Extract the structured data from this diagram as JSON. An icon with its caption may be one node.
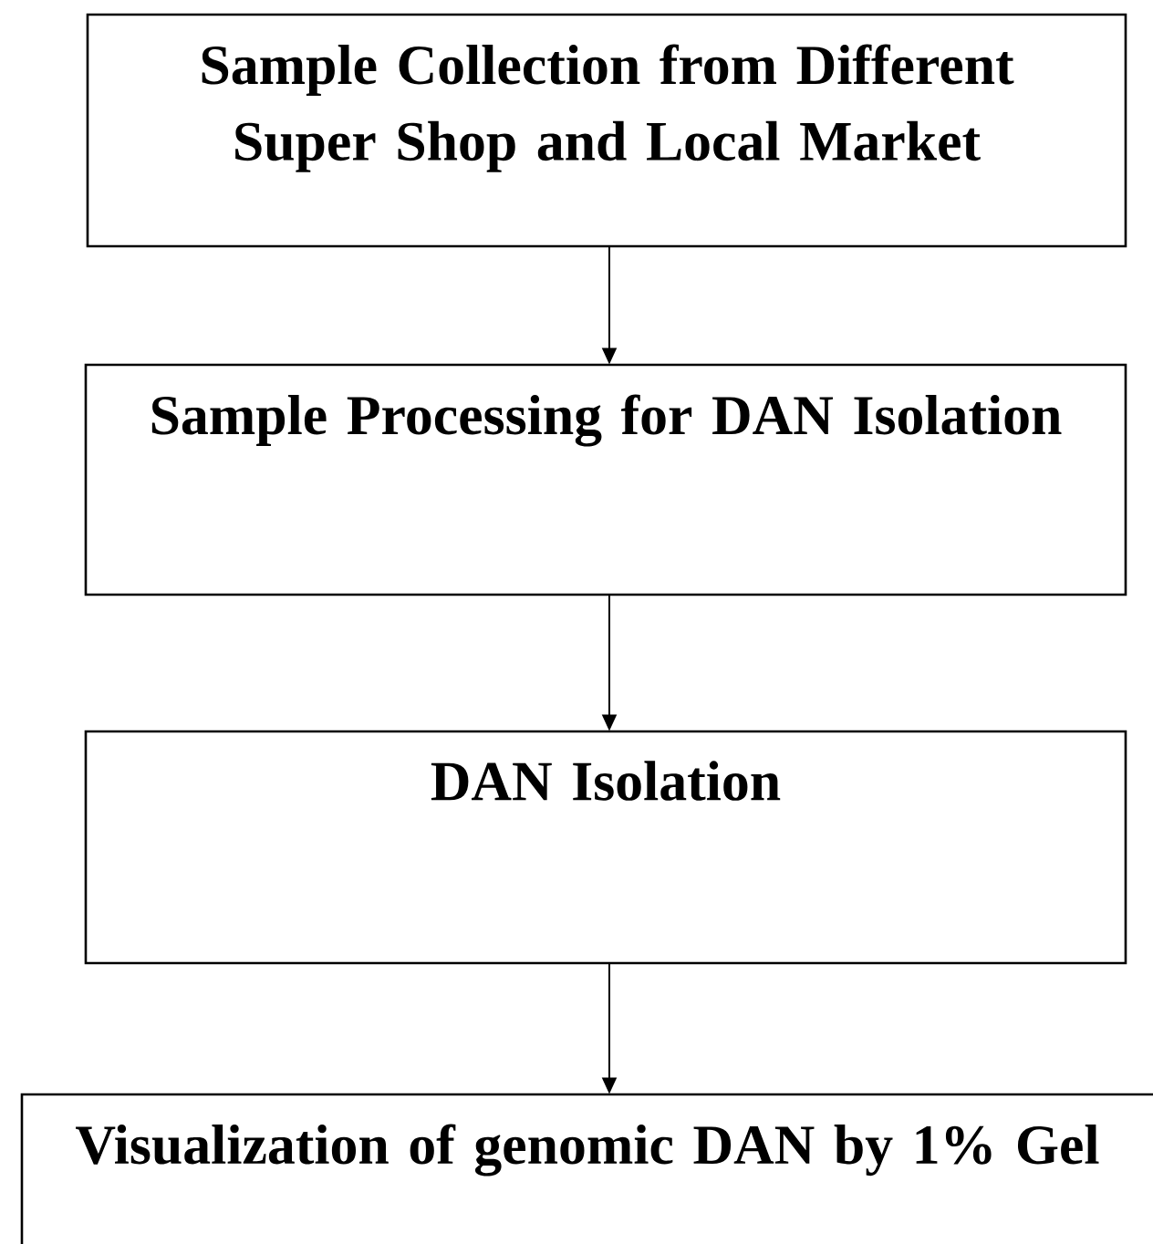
{
  "diagram": {
    "nodes": [
      {
        "text": [
          "Sample Collection from Different Super Shop and Local Market"
        ]
      },
      {
        "text": [
          "Sample Processing for DAN Isolation"
        ]
      },
      {
        "text": [
          "DAN Isolation"
        ]
      },
      {
        "text": [
          "Visualization of genomic DAN by 1% Gel"
        ]
      }
    ],
    "edges": [
      {
        "from": 0,
        "to": 1,
        "arrow": "to"
      },
      {
        "from": 1,
        "to": 2,
        "arrow": "to"
      },
      {
        "from": 2,
        "to": 3,
        "arrow": "to"
      }
    ]
  }
}
